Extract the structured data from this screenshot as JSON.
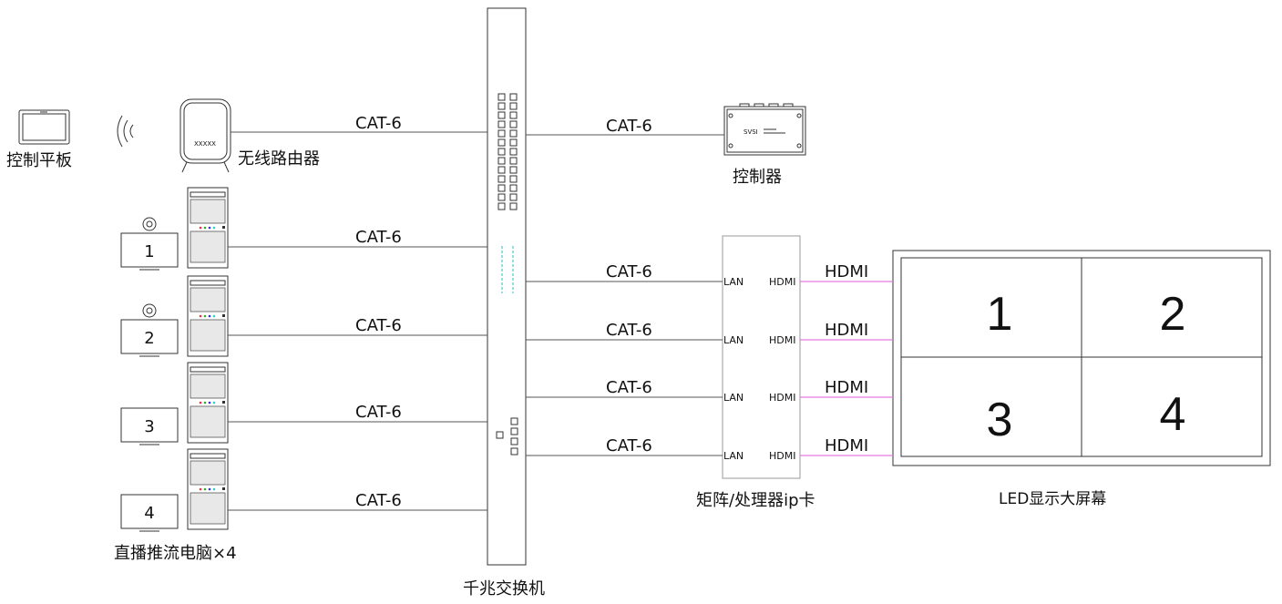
{
  "devices": {
    "tablet_label": "控制平板",
    "router_label": "无线路由器",
    "router_badge": "XXXXX",
    "controller_label": "控制器",
    "controller_badge": "SVSI",
    "switch_label": "千兆交换机",
    "pc_label": "直播推流电脑×4",
    "matrix_label": "矩阵/处理器ip卡",
    "screen_label": "LED显示大屏幕"
  },
  "pc_numbers": [
    "1",
    "2",
    "3",
    "4"
  ],
  "cable": "CAT-6",
  "hdmi": "HDMI",
  "lan": "LAN",
  "screen_panels": [
    "1",
    "2",
    "3",
    "4"
  ],
  "colors": {
    "hdmi_link": "#e37be0",
    "switch_leds": "#5fd3d8"
  }
}
